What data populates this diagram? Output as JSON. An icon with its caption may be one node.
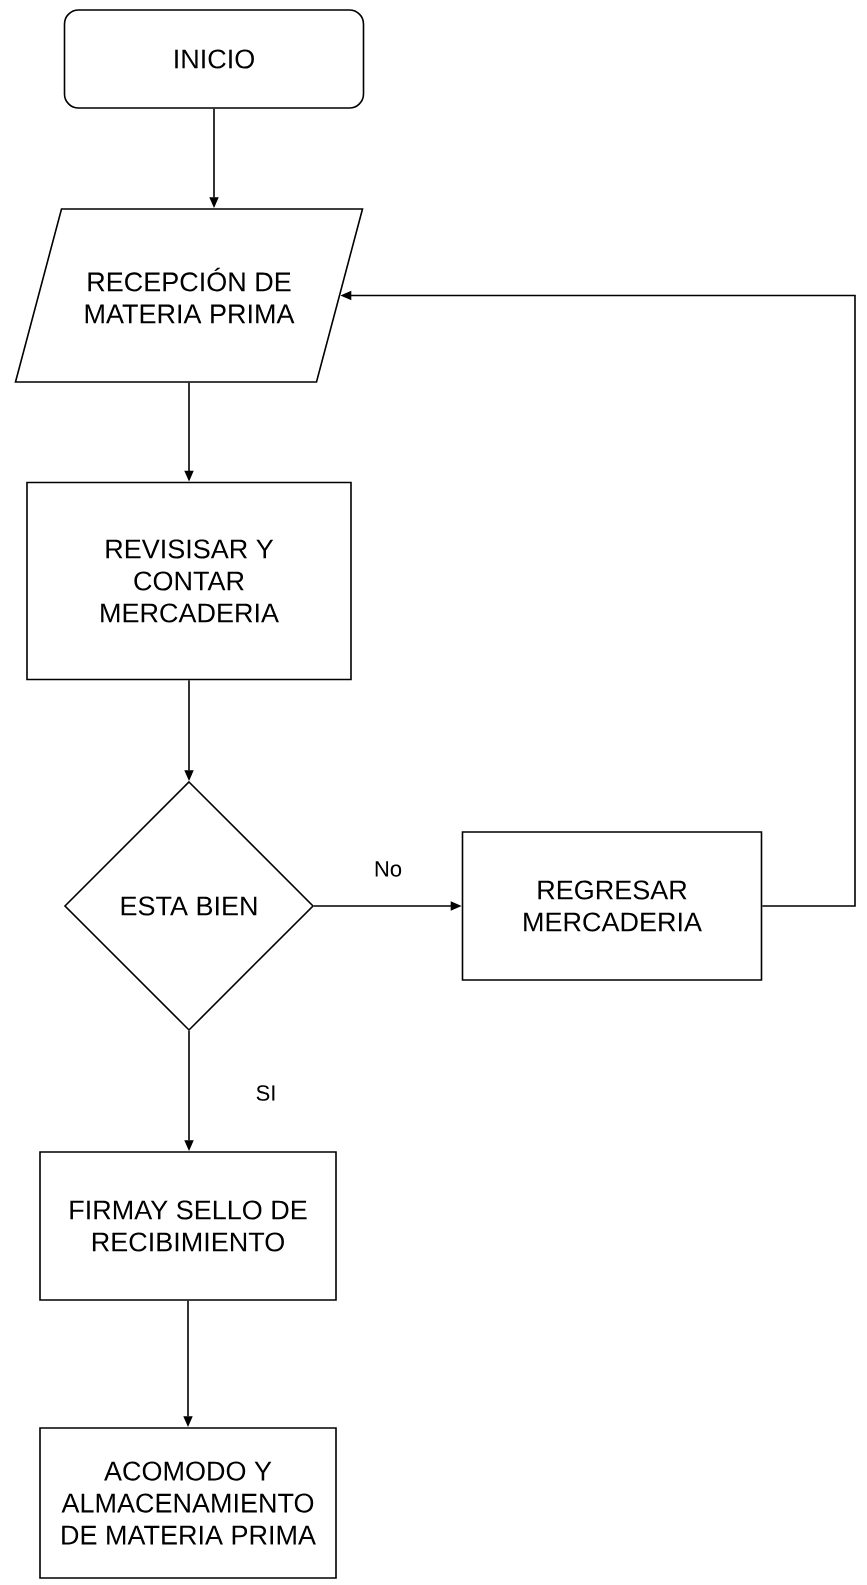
{
  "diagram": {
    "nodes": [
      {
        "text": [
          "INICIO"
        ]
      },
      {
        "text": [
          "RECEPCIÓN DE MATERIA PRIMA"
        ]
      },
      {
        "text": [
          "REVISISAR Y CONTAR MERCADERIA"
        ]
      },
      {
        "text": [
          "ESTA BIEN"
        ]
      },
      {
        "text": [
          "REGRESAR MERCADERIA"
        ]
      },
      {
        "text": [
          "FIRMAY SELLO DE RECIBIMIENTO"
        ]
      },
      {
        "text": [
          "ACOMODO Y ALMACENAMIENTO DE MATERIA PRIMA"
        ]
      }
    ],
    "edges": [
      {
        "from": 0,
        "to": 1,
        "arrow": "to"
      },
      {
        "from": 1,
        "to": 2,
        "arrow": "to"
      },
      {
        "from": 2,
        "to": 3,
        "arrow": "to"
      },
      {
        "from": 3,
        "to": 4,
        "arrow": "to",
        "label": "No"
      },
      {
        "from": 4,
        "to": 1,
        "arrow": "to"
      },
      {
        "from": 3,
        "to": 5,
        "arrow": "to",
        "label": "SI"
      },
      {
        "from": 5,
        "to": 6,
        "arrow": "to"
      }
    ]
  }
}
